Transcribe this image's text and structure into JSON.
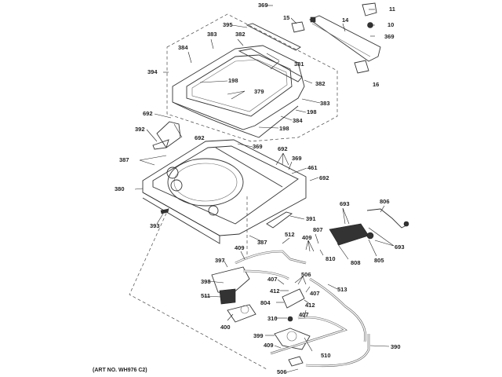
{
  "diagram": {
    "title": "Washer top panel, lid & dispenser parts",
    "art_number": "(ART NO. WH976 C2)",
    "callouts": [
      {
        "id": "c369a",
        "text": "369"
      },
      {
        "id": "c15",
        "text": "15"
      },
      {
        "id": "c14",
        "text": "14"
      },
      {
        "id": "c11",
        "text": "11"
      },
      {
        "id": "c10",
        "text": "10"
      },
      {
        "id": "c369b",
        "text": "369"
      },
      {
        "id": "c395",
        "text": "395"
      },
      {
        "id": "c383a",
        "text": "383"
      },
      {
        "id": "c382a",
        "text": "382"
      },
      {
        "id": "c384a",
        "text": "384"
      },
      {
        "id": "c381",
        "text": "381"
      },
      {
        "id": "c394",
        "text": "394"
      },
      {
        "id": "c198a",
        "text": "198"
      },
      {
        "id": "c382b",
        "text": "382"
      },
      {
        "id": "c16",
        "text": "16"
      },
      {
        "id": "c379",
        "text": "379"
      },
      {
        "id": "c383b",
        "text": "383"
      },
      {
        "id": "c198b",
        "text": "198"
      },
      {
        "id": "c384b",
        "text": "384"
      },
      {
        "id": "c198c",
        "text": "198"
      },
      {
        "id": "c692a",
        "text": "692"
      },
      {
        "id": "c392",
        "text": "392"
      },
      {
        "id": "c692b",
        "text": "692"
      },
      {
        "id": "c369c",
        "text": "369"
      },
      {
        "id": "c692c",
        "text": "692"
      },
      {
        "id": "c387a",
        "text": "387"
      },
      {
        "id": "c369d",
        "text": "369"
      },
      {
        "id": "c461",
        "text": "461"
      },
      {
        "id": "c692d",
        "text": "692"
      },
      {
        "id": "c380",
        "text": "380"
      },
      {
        "id": "c693a",
        "text": "693"
      },
      {
        "id": "c806",
        "text": "806"
      },
      {
        "id": "c391",
        "text": "391"
      },
      {
        "id": "c393",
        "text": "393"
      },
      {
        "id": "c512",
        "text": "512"
      },
      {
        "id": "c807",
        "text": "807"
      },
      {
        "id": "c387b",
        "text": "387"
      },
      {
        "id": "c409a",
        "text": "409"
      },
      {
        "id": "c409b",
        "text": "409"
      },
      {
        "id": "c810",
        "text": "810"
      },
      {
        "id": "c808",
        "text": "808"
      },
      {
        "id": "c805",
        "text": "805"
      },
      {
        "id": "c693b",
        "text": "693"
      },
      {
        "id": "c397",
        "text": "397"
      },
      {
        "id": "c506a",
        "text": "506"
      },
      {
        "id": "c407a",
        "text": "407"
      },
      {
        "id": "c398",
        "text": "398"
      },
      {
        "id": "c412a",
        "text": "412"
      },
      {
        "id": "c407b",
        "text": "407"
      },
      {
        "id": "c513",
        "text": "513"
      },
      {
        "id": "c511",
        "text": "511"
      },
      {
        "id": "c804",
        "text": "804"
      },
      {
        "id": "c412b",
        "text": "412"
      },
      {
        "id": "c400",
        "text": "400"
      },
      {
        "id": "c407c",
        "text": "407"
      },
      {
        "id": "c310",
        "text": "310"
      },
      {
        "id": "c399",
        "text": "399"
      },
      {
        "id": "c409c",
        "text": "409"
      },
      {
        "id": "c510",
        "text": "510"
      },
      {
        "id": "c390",
        "text": "390"
      },
      {
        "id": "c506b",
        "text": "506"
      }
    ]
  }
}
